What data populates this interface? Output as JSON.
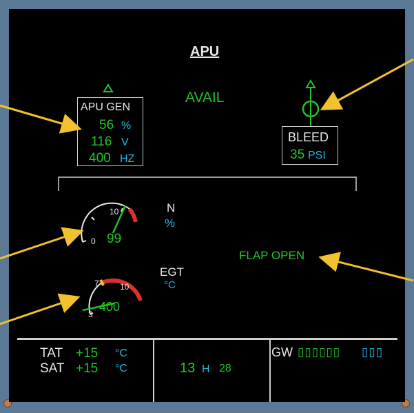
{
  "page": {
    "title": "APU",
    "avail": "AVAIL",
    "flap_status": "FLAP OPEN"
  },
  "apu_gen": {
    "label": "APU GEN",
    "load": "56",
    "load_unit": "%",
    "volts": "116",
    "volts_unit": "V",
    "freq": "400",
    "freq_unit": "HZ"
  },
  "bleed": {
    "label": "BLEED",
    "psi": "35",
    "psi_unit": "PSI"
  },
  "n_gauge": {
    "label": "N",
    "unit": "%",
    "value": "99",
    "tick_min": "0",
    "tick_max": "10",
    "needle_fraction": 0.99
  },
  "egt_gauge": {
    "label": "EGT",
    "unit": "°C",
    "value": "400",
    "tick_low": "3",
    "tick_mid": "7",
    "tick_max": "10",
    "needle_fraction": 0.04
  },
  "status": {
    "tat_label": "TAT",
    "tat_value": "+15",
    "tat_unit": "°C",
    "sat_label": "SAT",
    "sat_value": "+15",
    "sat_unit": "°C",
    "hours": "13",
    "hours_unit": "H",
    "minutes": "28",
    "gw_label": "GW",
    "gw_value": "▯▯▯▯▯▯",
    "gw_unit": "▯▯▯"
  },
  "colors": {
    "green": "#22c42a",
    "cyan": "#1fb6df",
    "white": "#e9e9e9",
    "amber": "#f2c12e",
    "red": "#d9322a",
    "bezel": "#5b7895"
  }
}
